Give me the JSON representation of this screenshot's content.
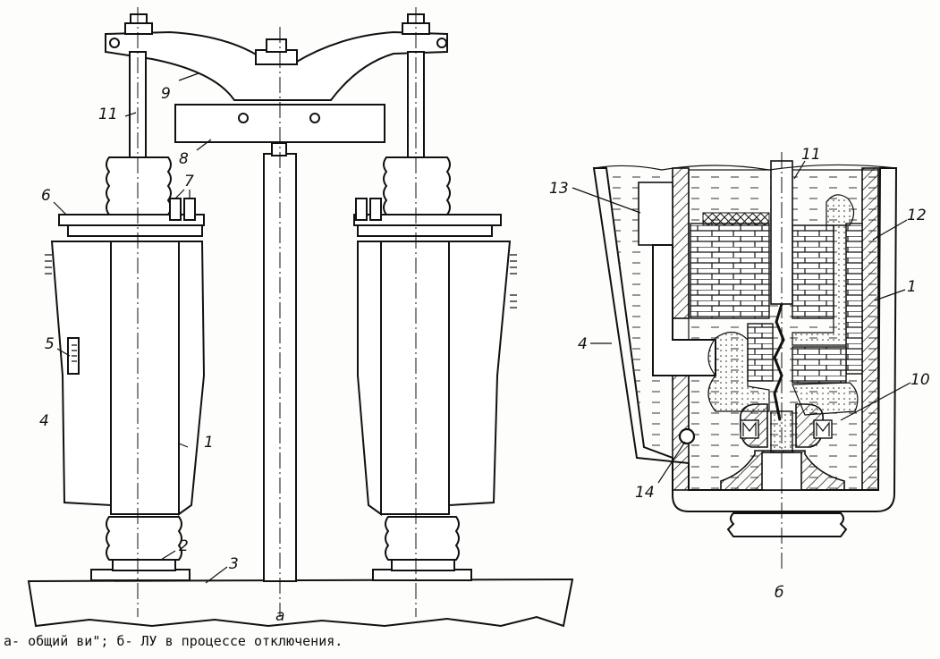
{
  "figure_a": {
    "sublabel": "а",
    "callouts": [
      "1",
      "2",
      "3",
      "4",
      "5",
      "6",
      "7",
      "8",
      "9",
      "11"
    ]
  },
  "figure_b": {
    "sublabel": "б",
    "callouts": [
      "1",
      "4",
      "10",
      "11",
      "12",
      "13",
      "14"
    ]
  },
  "caption": "а- общий ви\"; б- ЛУ в процессе отключения."
}
